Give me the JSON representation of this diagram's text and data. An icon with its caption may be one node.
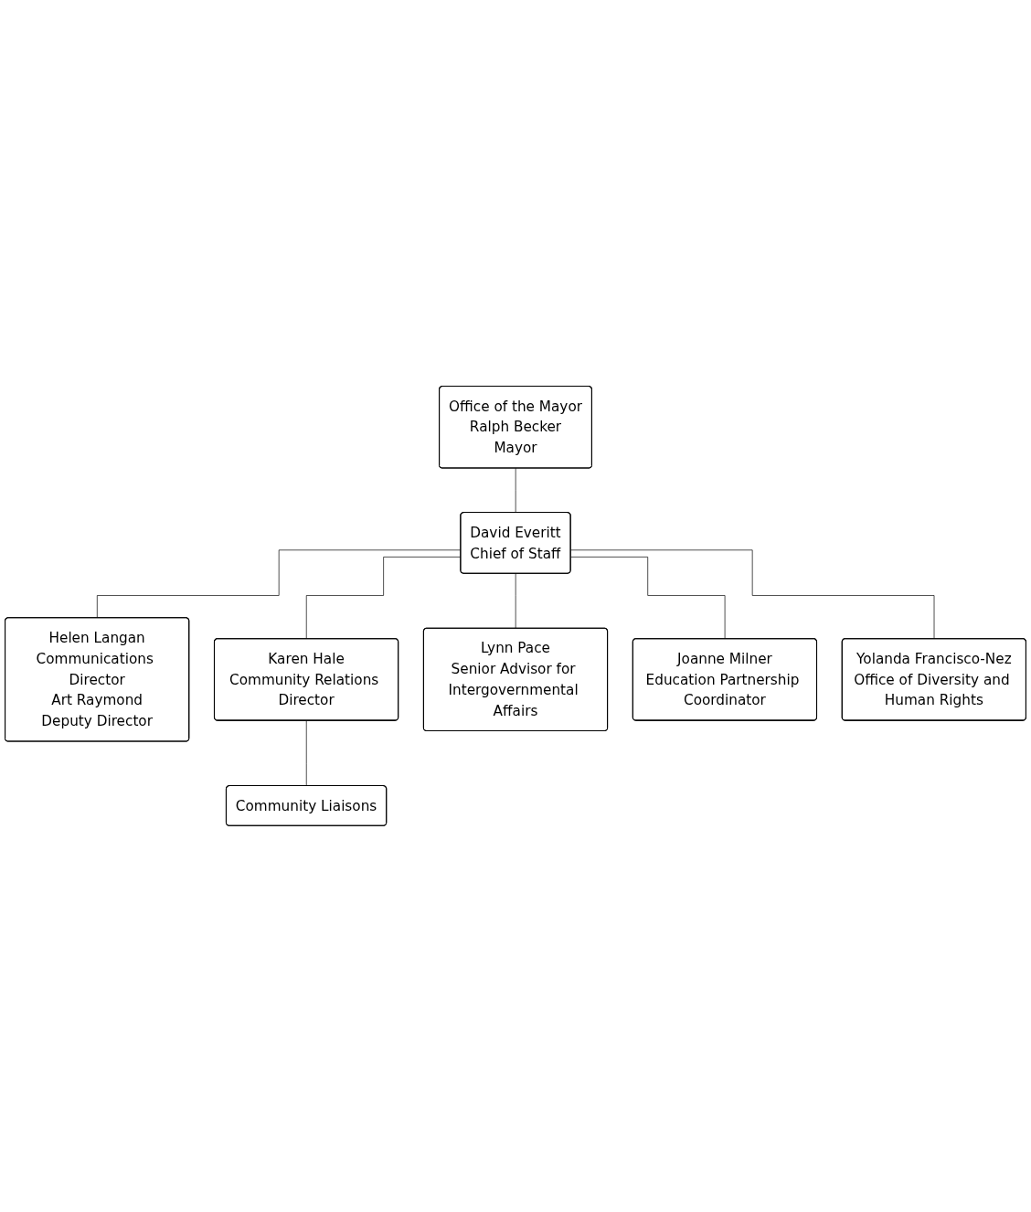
{
  "diagram": {
    "nodes": [
      {
        "text": [
          "Office of the Mayor",
          "Ralph Becker",
          "Mayor"
        ]
      },
      {
        "text": [
          "David Everitt",
          "Chief of Staff"
        ]
      },
      {
        "text": [
          "Helen Langan",
          "Communications Director",
          "Art Raymond",
          "Deputy Director"
        ]
      },
      {
        "text": [
          "Karen Hale",
          "Community Relations Director"
        ]
      },
      {
        "text": [
          "Community Liaisons"
        ]
      },
      {
        "text": [
          "Lynn Pace",
          "Senior Advisor for Intergovernmental Affairs"
        ]
      },
      {
        "text": [
          "Joanne Milner",
          "Education Partnership Coordinator"
        ]
      },
      {
        "text": [
          "Yolanda Francisco-Nez",
          "Office of Diversity and Human Rights"
        ]
      }
    ],
    "edges": [
      {
        "from": 0,
        "to": 1,
        "arrow": "none"
      },
      {
        "from": 1,
        "to": 2,
        "arrow": "none"
      },
      {
        "from": 1,
        "to": 3,
        "arrow": "none"
      },
      {
        "from": 3,
        "to": 4,
        "arrow": "none"
      },
      {
        "from": 1,
        "to": 5,
        "arrow": "none"
      },
      {
        "from": 1,
        "to": 6,
        "arrow": "none"
      },
      {
        "from": 1,
        "to": 7,
        "arrow": "none"
      }
    ]
  }
}
